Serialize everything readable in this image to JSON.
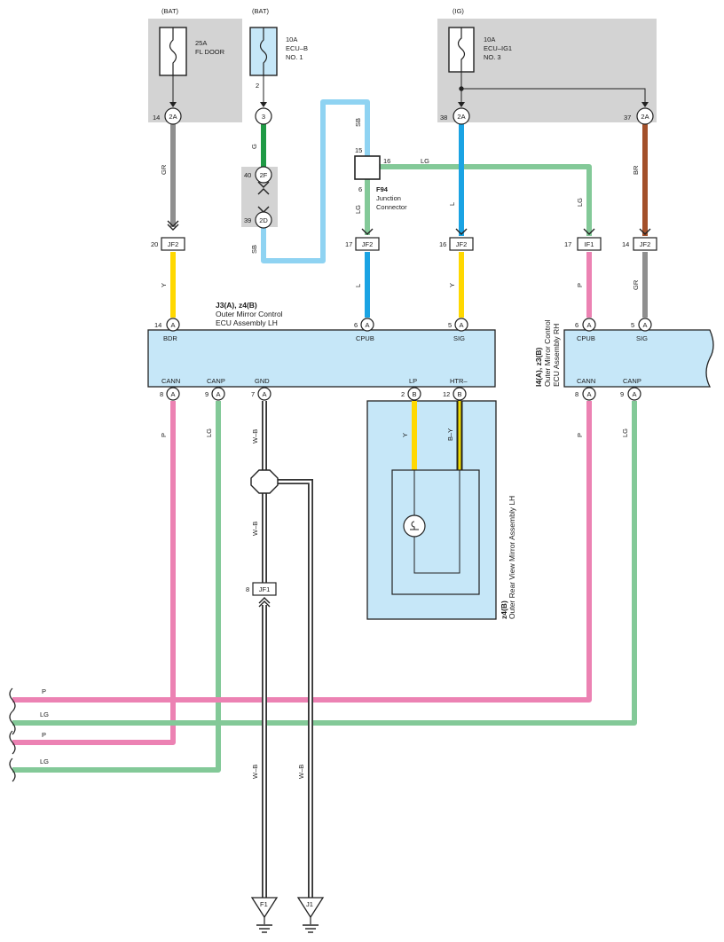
{
  "fuses": {
    "fl_door": {
      "source": "(BAT)",
      "rating": "25A",
      "name": "FL DOOR"
    },
    "ecu_b": {
      "source": "(BAT)",
      "rating": "10A",
      "name": "ECU–B",
      "name2": "NO. 1",
      "pin": "2"
    },
    "ecu_ig1": {
      "source": "(IG)",
      "rating": "10A",
      "name": "ECU–IG1",
      "name2": "NO. 3"
    }
  },
  "connectors": {
    "c2a_14": {
      "pin": "14",
      "code": "2A"
    },
    "c2a_3": {
      "code": "3"
    },
    "c2f": {
      "pin": "40",
      "code": "2F"
    },
    "c2d": {
      "pin": "39",
      "code": "2D"
    },
    "c2a_38": {
      "pin": "38",
      "code": "2A"
    },
    "c2a_37": {
      "pin": "37",
      "code": "2A"
    },
    "jf2_20": {
      "pin": "20",
      "code": "JF2"
    },
    "jf2_17": {
      "pin": "17",
      "code": "JF2"
    },
    "jf2_16": {
      "pin": "16",
      "code": "JF2"
    },
    "if1_17": {
      "pin": "17",
      "code": "IF1"
    },
    "jf2_14": {
      "pin": "14",
      "code": "JF2"
    },
    "jf1_8": {
      "pin": "8",
      "code": "JF1"
    }
  },
  "junction": {
    "id": "F94",
    "label1": "Junction",
    "label2": "Connector",
    "pin_in": "15",
    "pin_out": "16",
    "pin_down": "6"
  },
  "wire_colors": {
    "gr_left": "GR",
    "g": "G",
    "sb_top": "SB",
    "sb_low": "SB",
    "l_mid": "L",
    "lg_jct": "LG",
    "lg_right_run": "LG",
    "lg_right": "LG",
    "br": "BR",
    "y_bdr": "Y",
    "l_cpub": "L",
    "y_sig": "Y",
    "p_cpub_rh": "P",
    "gr_sig_rh": "GR",
    "p_cann": "P",
    "lg_canp": "LG",
    "wb_gnd": "W–B",
    "wb_gnd2": "W–B",
    "y_lp": "Y",
    "by_htr": "B–Y",
    "p_cann_rh": "P",
    "lg_canp_rh": "LG",
    "wb_f1": "W–B",
    "wb_j1": "W–B",
    "bus_p1": "P",
    "bus_lg1": "LG",
    "bus_p2": "P",
    "bus_lg2": "LG"
  },
  "ecu_lh": {
    "title": "J3(A), z4(B)",
    "name1": "Outer Mirror Control",
    "name2": "ECU Assembly LH",
    "top_pins": [
      {
        "num": "14",
        "conn": "A",
        "name": "BDR"
      },
      {
        "num": "6",
        "conn": "A",
        "name": "CPUB"
      },
      {
        "num": "5",
        "conn": "A",
        "name": "SIG"
      }
    ],
    "bottom_pins": [
      {
        "num": "8",
        "conn": "A",
        "name": "CANN"
      },
      {
        "num": "9",
        "conn": "A",
        "name": "CANP"
      },
      {
        "num": "7",
        "conn": "A",
        "name": "GND"
      },
      {
        "num": "2",
        "conn": "B",
        "name": "LP"
      },
      {
        "num": "12",
        "conn": "B",
        "name": "HTR–"
      }
    ]
  },
  "ecu_rh": {
    "title": "I4(A), z3(B)",
    "name1": "Outer Mirror Control",
    "name2": "ECU Assembly RH",
    "top_pins": [
      {
        "num": "6",
        "conn": "A",
        "name": "CPUB"
      },
      {
        "num": "5",
        "conn": "A",
        "name": "SIG"
      }
    ],
    "bottom_pins": [
      {
        "num": "8",
        "conn": "A",
        "name": "CANN"
      },
      {
        "num": "9",
        "conn": "A",
        "name": "CANP"
      }
    ]
  },
  "mirror": {
    "code": "z4(B)",
    "name": "Outer Rear View Mirror Assembly LH"
  },
  "grounds": {
    "f1": "F1",
    "j1": "J1"
  },
  "colors": {
    "gray_bg": "#d3d3d3",
    "module_fill": "#c6e7f8",
    "wire_gr": "#8f8f8f",
    "wire_g": "#1f9a45",
    "wire_sb": "#8fd3f2",
    "wire_l": "#1aa3e3",
    "wire_lg": "#83c998",
    "wire_br": "#a3502a",
    "wire_y": "#ffd800",
    "wire_p": "#ec82b3",
    "wire_by": "#f0dc00",
    "wire_wb": "#333333"
  }
}
